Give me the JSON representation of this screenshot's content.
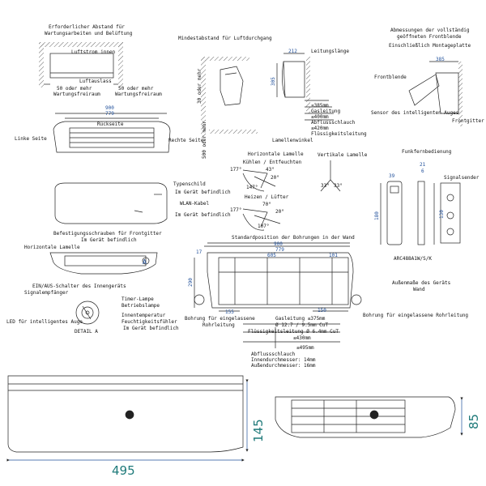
{
  "labels": {
    "clearance_title_1": "Erforderlicher Abstand für",
    "clearance_title_2": "Wartungsarbeiten und Belüftung",
    "airflow_in": "Luftstrom innen",
    "air_out": "Luftauslass",
    "service_left_1": "50 oder mehr",
    "service_left_2": "Wartungsfreiraum",
    "service_right_1": "50 oder mehr",
    "service_right_2": "Wartungsfreiraum",
    "min_distance": "Mindestabstand für Luftdurchgang",
    "side_30": "30 oder mehr",
    "side_500": "500 oder mehr",
    "pipe_length": "Leitungslänge",
    "gas_line": "Gasleitung",
    "drain_hose": "Abflussschlauch",
    "liquid_line": "Flüssigkeitsleitung",
    "louver_angle": "Lamellenwinkel",
    "front_open_1": "Abmessungen der vollständig",
    "front_open_2": "geöffneten Frontblende",
    "mount_plate_incl": "Einschließlich Montageplatte",
    "front_panel": "Frontblende",
    "intelligent_eye_sensor": "Sensor des intelligenten Auges",
    "front_grille": "Frontgitter",
    "rear": "Rückseite",
    "left_side": "Linke Seite",
    "right_side": "Rechte Seite",
    "nameplate": "Typenschild",
    "in_device_1": "Im Gerät befindlich",
    "wlan_cable": "WLAN-Kabel",
    "in_device_2": "Im Gerät befindlich",
    "fixing_screws_1": "Befestigungsschrauben für Frontgitter",
    "fixing_screws_2": "Im Gerät befindlich",
    "horizontal_louver_title": "Horizontale Lamelle",
    "cool_dry": "Kühlen / Entfeuchten",
    "heat_fan": "Heizen / Lüfter",
    "vertical_louver_title": "Vertikale Lamelle",
    "remote_title": "Funkfernbedienung",
    "signal_sender": "Signalsender",
    "remote_model": "ARC488A1W/S/K",
    "outer_dim_1": "Außenmaße des Geräts",
    "outer_dim_2": "Wand",
    "std_holes_title": "Standardposition der Bohrungen in der Wand",
    "horizontal_louver": "Horizontale Lamelle",
    "onoff_switch": "EIN/AUS-Schalter des Innengeräts",
    "signal_receiver": "Signalempfänger",
    "timer_lamp": "Timer-Lampe",
    "operation_lamp": "Betriebslampe",
    "indoor_temp_1": "Innentemperatur",
    "indoor_temp_2": "Feuchtigkeitsfühler",
    "indoor_temp_3": "Im Gerät befindlich",
    "led_eye": "LED für intelligentes Auge",
    "detail_a": "DETAIL A",
    "hole_left_1": "Bohrung für eingelassene",
    "hole_left_2": "Rohrleitung",
    "hole_right": "Bohrung für eingelassene Rohrleitung",
    "gas_375": "Gasleitung ≤375mm",
    "pipe_spec": "Ø 12.7 / 9.5mm CuT",
    "liquid_spec": "Flüssigkeitsleitung Ø 6.4mm CuT",
    "drain_title": "Abflussschlauch",
    "drain_inner": "Innendurchmesser: 14mm",
    "drain_outer": "Außendurchmesser: 16mm"
  },
  "dims": {
    "clear_212": "212",
    "clear_305": "305",
    "clear_385mm": "≤385mm",
    "clear_400mm": "≤400mm",
    "clear_420mm": "≤420mm",
    "open_385": "385",
    "width_900": "900",
    "width_779": "779",
    "rm_39": "39",
    "rm_21": "21",
    "rm_6": "6",
    "rm_180": "180",
    "rm_130": "130",
    "wall_900": "900",
    "wall_779": "779",
    "wall_605": "605",
    "wall_101": "101",
    "wall_17": "17",
    "wall_290": "290",
    "wall_155": "155",
    "wall_150": "150",
    "wall_430mm": "≤430mm",
    "wall_495mm": "≤495mm",
    "ang_177a": "177°",
    "ang_43": "43°",
    "ang_20a": "20°",
    "ang_147": "147°",
    "ang_177b": "177°",
    "ang_70": "70°",
    "ang_20b": "20°",
    "ang_107": "107°",
    "ang_v1": "33°",
    "ang_v2": "33°",
    "big_495": "495",
    "big_145": "145",
    "big_85": "85",
    "detail_marker": "A"
  },
  "colors": {
    "line": "#222222",
    "dim_blue": "#1f4f9a",
    "dim_teal": "#1f7a7a",
    "hatch": "#666666"
  }
}
